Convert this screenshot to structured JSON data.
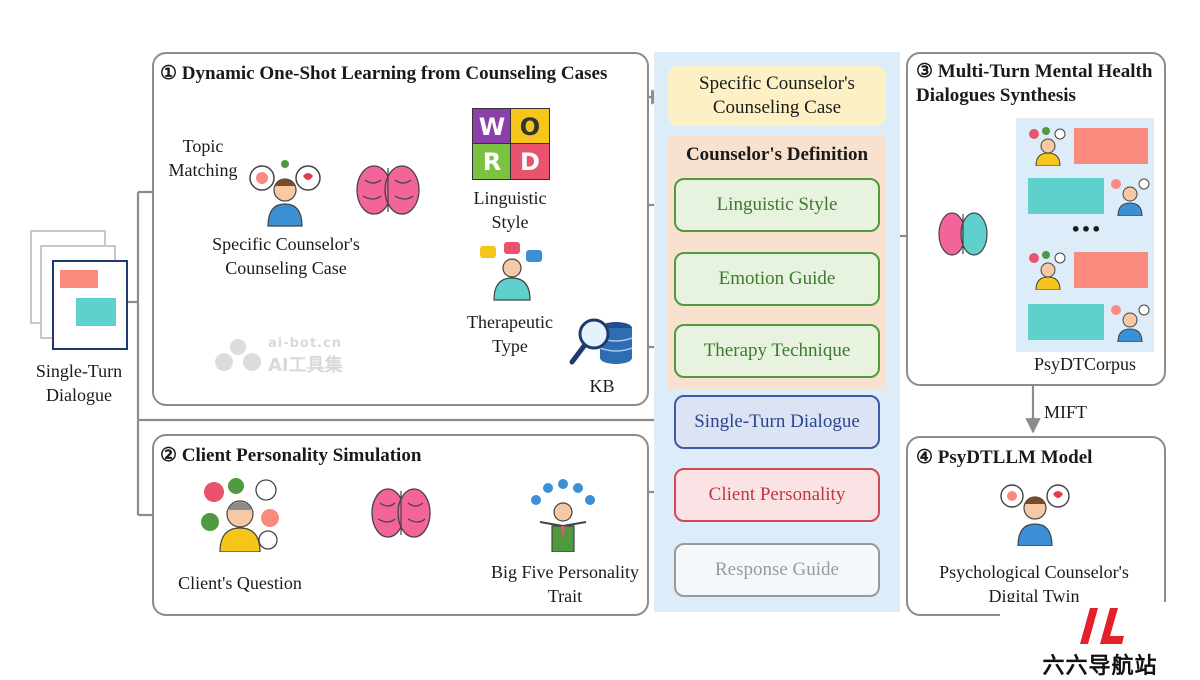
{
  "input": {
    "label": "Single-Turn Dialogue"
  },
  "panel1": {
    "title": "① Dynamic One-Shot Learning from Counseling Cases",
    "topic_matching": "Topic Matching",
    "counselor_case": "Specific Counselor's Counseling Case",
    "linguistic_style": "Linguistic Style",
    "therapeutic_type": "Therapeutic Type",
    "kb": "KB",
    "word_tiles": [
      "W",
      "O",
      "R",
      "D"
    ]
  },
  "panel2": {
    "title": "② Client Personality Simulation",
    "client_question": "Client's Question",
    "big_five": "Big Five Personality Trait"
  },
  "middle": {
    "case_box": "Specific Counselor's Counseling Case",
    "definition_title": "Counselor's Definition",
    "linguistic_style": "Linguistic Style",
    "emotion_guide": "Emotion Guide",
    "therapy_technique": "Therapy Technique",
    "single_turn": "Single-Turn Dialogue",
    "client_personality": "Client Personality",
    "response_guide": "Response Guide"
  },
  "panel3": {
    "title": "③ Multi-Turn Mental Health Dialogues Synthesis",
    "ellipsis": "•••",
    "corpus": "PsyDTCorpus"
  },
  "mift": "MIFT",
  "panel4": {
    "title": "④ PsyDTLLM Model",
    "twin": "Psychological Counselor's Digital Twin"
  },
  "watermarks": {
    "small": "ai-bot.cn",
    "big": "AI工具集",
    "corner": "六六导航站"
  },
  "colors": {
    "green_border": "#4f9a3e",
    "green_fill": "#e8f3df",
    "blue_border": "#3d5aa6",
    "blue_fill": "#dce4f4",
    "red_border": "#d04a56",
    "red_fill": "#fbe3e5",
    "gray_border": "#9a9a9a",
    "light_blue_bg": "#dcecf8",
    "peach_bg": "#f8e2cf",
    "yellow_box": "#fdf0c4",
    "pink_bubble": "#f98a7d",
    "teal_bubble": "#5fd1cc"
  }
}
